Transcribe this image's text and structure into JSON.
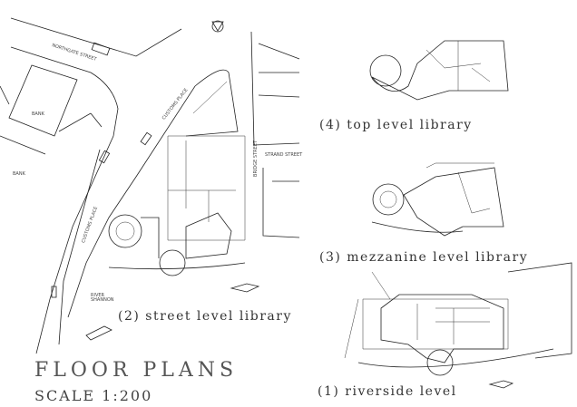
{
  "title": "FLOOR PLANS",
  "scale": "SCALE 1:200",
  "plans": {
    "top": "(4) top level library",
    "mezzanine": "(3) mezzanine level library",
    "street": "(2) street level library",
    "riverside": "(1) riverside level"
  },
  "streets": {
    "northgate": "NORTHGATE STREET",
    "customs_upper": "CUSTOMS PLACE",
    "customs_lower": "CUSTOMS PLACE",
    "bridge": "BRIDGE STREET",
    "strand": "STRAND STREET",
    "bank1": "BANK",
    "bank2": "BANK",
    "river": "RIVER SHANNON"
  },
  "icons": {
    "north": "north-arrow-icon"
  }
}
